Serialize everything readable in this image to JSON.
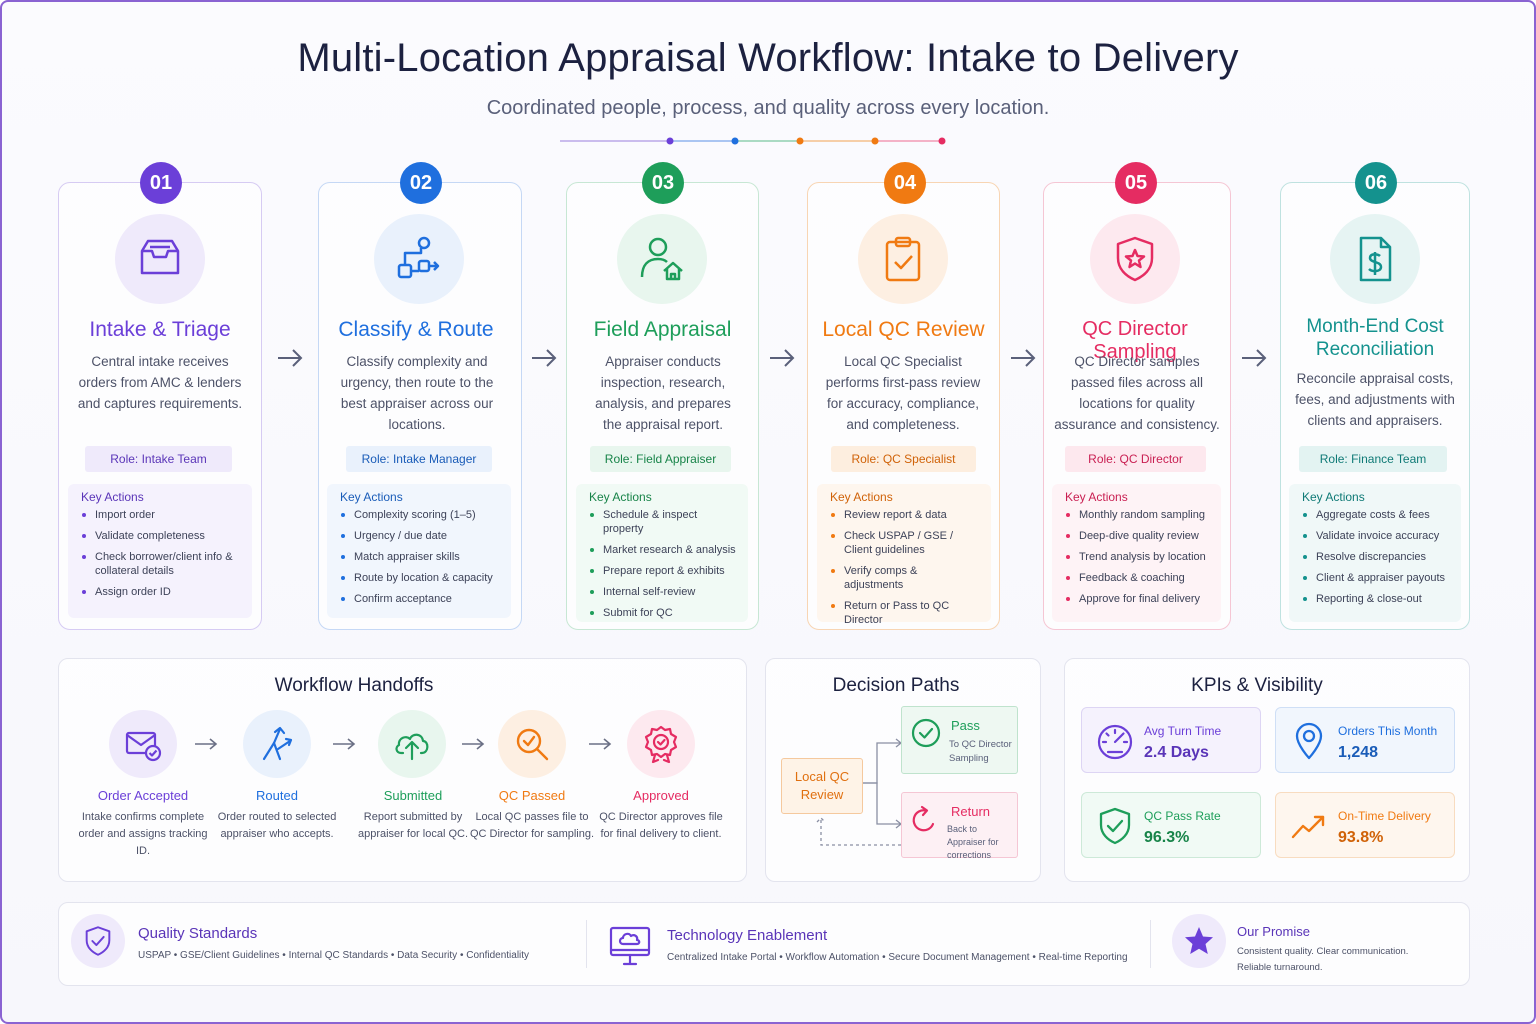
{
  "header": {
    "title": "Multi-Location Appraisal Workflow: Intake to Delivery",
    "subtitle": "Coordinated people, process, and quality across every location."
  },
  "steps": [
    {
      "num": "01",
      "title": "Intake & Triage",
      "desc": "Central intake receives orders from AMC & lenders and captures requirements.",
      "role": "Role: Intake Team",
      "actions_title": "Key Actions",
      "actions": [
        "Import order",
        "Validate completeness",
        "Check borrower/client info & collateral details",
        "Assign order ID"
      ],
      "color": "#6b3fd8",
      "icon": "inbox-icon"
    },
    {
      "num": "02",
      "title": "Classify & Route",
      "desc": "Classify complexity and urgency, then route to the best appraiser across our locations.",
      "role": "Role: Intake Manager",
      "actions_title": "Key Actions",
      "actions": [
        "Complexity scoring (1–5)",
        "Urgency / due date",
        "Match appraiser skills",
        "Route by location & capacity",
        "Confirm acceptance"
      ],
      "color": "#1f6fde",
      "icon": "route-icon"
    },
    {
      "num": "03",
      "title": "Field Appraisal",
      "desc": "Appraiser conducts inspection, research, analysis, and prepares the appraisal report.",
      "role": "Role: Field Appraiser",
      "actions_title": "Key Actions",
      "actions": [
        "Schedule & inspect property",
        "Market research & analysis",
        "Prepare report & exhibits",
        "Internal self-review",
        "Submit for QC"
      ],
      "color": "#1e9e5a",
      "icon": "user-home-icon"
    },
    {
      "num": "04",
      "title": "Local QC Review",
      "desc": "Local QC Specialist performs first-pass review for accuracy, compliance, and completeness.",
      "role": "Role: QC Specialist",
      "actions_title": "Key Actions",
      "actions": [
        "Review report & data",
        "Check USPAP / GSE / Client guidelines",
        "Verify comps & adjustments",
        "Return or Pass to QC Director"
      ],
      "color": "#f07a12",
      "icon": "clipboard-check-icon"
    },
    {
      "num": "05",
      "title": "QC Director Sampling",
      "desc": "QC Director samples passed files across all locations for quality assurance and consistency.",
      "role": "Role: QC Director",
      "actions_title": "Key Actions",
      "actions": [
        "Monthly random sampling",
        "Deep-dive quality review",
        "Trend analysis by location",
        "Feedback & coaching",
        "Approve for final delivery"
      ],
      "color": "#e52c62",
      "icon": "shield-star-icon"
    },
    {
      "num": "06",
      "title": "Month-End Cost Reconciliation",
      "desc": "Reconcile appraisal costs, fees, and adjustments with clients and appraisers.",
      "role": "Role: Finance Team",
      "actions_title": "Key Actions",
      "actions": [
        "Aggregate costs & fees",
        "Validate invoice accuracy",
        "Resolve discrepancies",
        "Client & appraiser payouts",
        "Reporting & close-out"
      ],
      "color": "#14928e",
      "icon": "dollar-file-icon"
    }
  ],
  "handoffs": {
    "title": "Workflow Handoffs",
    "items": [
      {
        "label": "Order Accepted",
        "desc": "Intake confirms complete order and assigns tracking ID.",
        "color": "#6b3fd8",
        "icon": "mail-check-icon"
      },
      {
        "label": "Routed",
        "desc": "Order routed to selected appraiser who accepts.",
        "color": "#1f6fde",
        "icon": "split-arrow-icon"
      },
      {
        "label": "Submitted",
        "desc": "Report submitted by appraiser for local QC.",
        "color": "#1e9e5a",
        "icon": "cloud-upload-icon"
      },
      {
        "label": "QC Passed",
        "desc": "Local QC passes file to QC Director for sampling.",
        "color": "#f07a12",
        "icon": "magnifier-check-icon"
      },
      {
        "label": "Approved",
        "desc": "QC Director approves file for final delivery to client.",
        "color": "#e52c62",
        "icon": "badge-check-icon"
      }
    ]
  },
  "decisions": {
    "title": "Decision Paths",
    "source": "Local QC Review",
    "pass_label": "Pass",
    "pass_desc": "To QC Director Sampling",
    "return_label": "Return",
    "return_desc": "Back to Appraiser for corrections"
  },
  "kpis": {
    "title": "KPIs & Visibility",
    "items": [
      {
        "label": "Avg Turn Time",
        "value": "2.4 Days",
        "color": "#6b3fd8",
        "icon": "gauge-icon"
      },
      {
        "label": "Orders This Month",
        "value": "1,248",
        "color": "#1f6fde",
        "icon": "location-pin-icon"
      },
      {
        "label": "QC Pass Rate",
        "value": "96.3%",
        "color": "#1e9e5a",
        "icon": "shield-check-icon"
      },
      {
        "label": "On-Time Delivery",
        "value": "93.8%",
        "color": "#f07a12",
        "icon": "trend-up-icon"
      }
    ]
  },
  "footer": [
    {
      "title": "Quality Standards",
      "desc": "USPAP • GSE/Client Guidelines • Internal QC Standards • Data Security • Confidentiality",
      "icon": "shield-check-icon"
    },
    {
      "title": "Technology Enablement",
      "desc": "Centralized Intake Portal • Workflow Automation • Secure Document Management • Real-time Reporting",
      "icon": "monitor-cloud-icon"
    },
    {
      "title": "Our Promise",
      "desc": "Consistent quality. Clear communication. Reliable turnaround.",
      "icon": "star-icon"
    }
  ]
}
